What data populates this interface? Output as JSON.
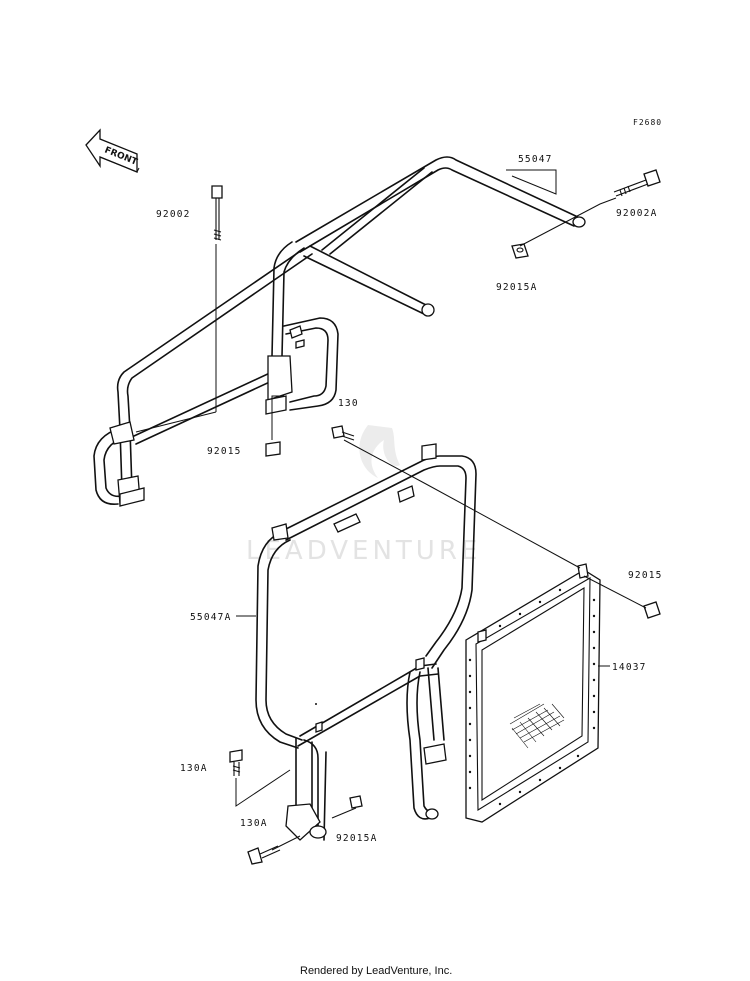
{
  "diagram": {
    "figure_code": "F2680",
    "direction_label": "FRONT",
    "watermark": "LEADVENTURE",
    "footer": "Rendered by LeadVenture, Inc."
  },
  "callouts": [
    {
      "id": "c-55047",
      "label": "55047"
    },
    {
      "id": "c-92002A",
      "label": "92002A"
    },
    {
      "id": "c-92015A-top",
      "label": "92015A"
    },
    {
      "id": "c-92002",
      "label": "92002"
    },
    {
      "id": "c-92015-left",
      "label": "92015"
    },
    {
      "id": "c-130",
      "label": "130"
    },
    {
      "id": "c-92015-right",
      "label": "92015"
    },
    {
      "id": "c-55047A",
      "label": "55047A"
    },
    {
      "id": "c-14037",
      "label": "14037"
    },
    {
      "id": "c-130A-upper",
      "label": "130A"
    },
    {
      "id": "c-130A-lower",
      "label": "130A"
    },
    {
      "id": "c-92015A-bottom",
      "label": "92015A"
    }
  ]
}
